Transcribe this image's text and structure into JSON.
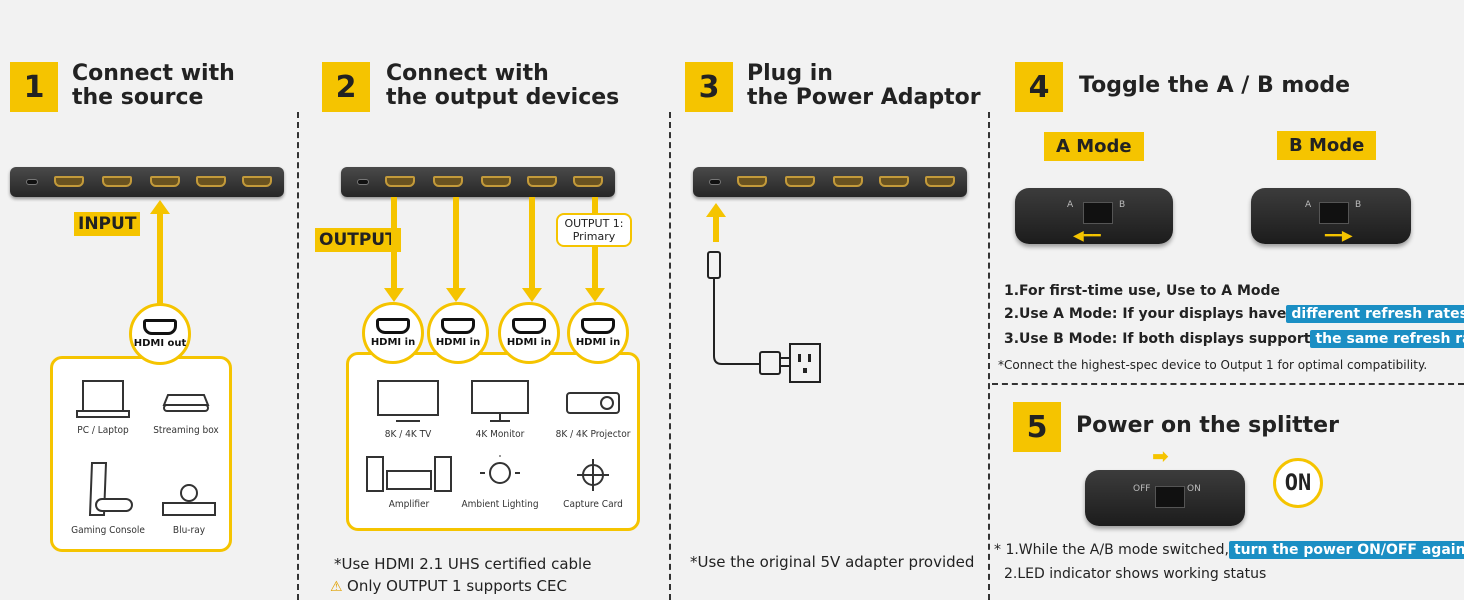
{
  "step1": {
    "num": "1",
    "title": "Connect with\nthe source",
    "input_label": "INPUT",
    "hdmi_out": "HDMI out",
    "devices": [
      "PC / Laptop",
      "Streaming box",
      "Gaming Console",
      "Blu-ray"
    ]
  },
  "step2": {
    "num": "2",
    "title": "Connect with\nthe output devices",
    "output_label": "OUTPUT",
    "output1": "OUTPUT 1:\nPrimary",
    "hdmi_in": "HDMI in",
    "devices": [
      "8K / 4K TV",
      "4K Monitor",
      "8K / 4K Projector",
      "Amplifier",
      "Ambient Lighting",
      "Capture Card"
    ],
    "note1": "*Use HDMI 2.1 UHS certified cable",
    "note2": "Only OUTPUT 1 supports CEC"
  },
  "step3": {
    "num": "3",
    "title": "Plug in\nthe Power Adaptor",
    "note": "*Use the original 5V adapter provided"
  },
  "step4": {
    "num": "4",
    "title": "Toggle the A / B mode",
    "mode_a": "A Mode",
    "mode_b": "B Mode",
    "sw_a": "A",
    "sw_b": "B",
    "inst1": "1.For first-time use, Use to A Mode",
    "inst2_pre": "2.Use A Mode: If your displays have",
    "inst2_hl": "different refresh rates",
    "inst3_pre": "3.Use B Mode: If both displays support",
    "inst3_hl": "the same refresh rate",
    "note": "*Connect the highest-spec device to Output 1 for optimal compatibility."
  },
  "step5": {
    "num": "5",
    "title": "Power on the splitter",
    "on_badge": "ON",
    "sw_off": "OFF",
    "sw_on": "ON",
    "inst1_pre": "* 1.While the A/B mode switched,",
    "inst1_hl": "turn the power ON/OFF again",
    "inst2": "2.LED indicator shows working status"
  },
  "colors": {
    "accent": "#f5c400",
    "highlight": "#1b8fc4"
  }
}
